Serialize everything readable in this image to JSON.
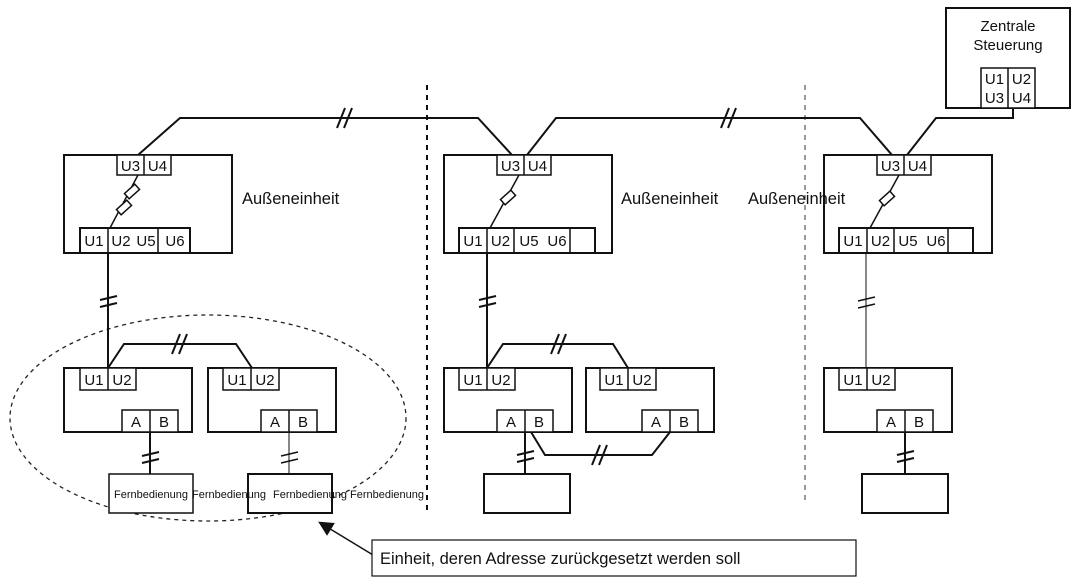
{
  "central_control": {
    "title_line1": "Zentrale",
    "title_line2": "Steuerung",
    "terminals": [
      "U1",
      "U2",
      "U3",
      "U4"
    ]
  },
  "outdoor_units": [
    {
      "terminals_top": [
        "U3",
        "U4"
      ],
      "terminals_bottom": [
        "U1",
        "U2",
        "U5",
        "U6"
      ],
      "label": "Außeneinheit"
    },
    {
      "terminals_top": [
        "U3",
        "U4"
      ],
      "terminals_bottom": [
        "U1",
        "U2",
        "U5",
        "U6"
      ],
      "label": "Außeneinheit"
    },
    {
      "terminals_top": [
        "U3",
        "U4"
      ],
      "terminals_bottom": [
        "U1",
        "U2",
        "U5",
        "U6"
      ],
      "label": "Außeneinheit"
    }
  ],
  "indoor_units": [
    {
      "terminals_top": [
        "U1",
        "U2"
      ],
      "terminals_bottom": [
        "A",
        "B"
      ]
    },
    {
      "terminals_top": [
        "U1",
        "U2"
      ],
      "terminals_bottom": [
        "A",
        "B"
      ]
    },
    {
      "terminals_top": [
        "U1",
        "U2"
      ],
      "terminals_bottom": [
        "A",
        "B"
      ]
    },
    {
      "terminals_top": [
        "U1",
        "U2"
      ],
      "terminals_bottom": [
        "A",
        "B"
      ]
    },
    {
      "terminals_top": [
        "U1",
        "U2"
      ],
      "terminals_bottom": [
        "A",
        "B"
      ]
    }
  ],
  "remote_controllers": [
    {
      "label": "Fernbedienung"
    },
    {
      "label": "Fernbedienung"
    },
    {
      "label": ""
    },
    {
      "label": ""
    }
  ],
  "remote_label_extra": [
    "Fernbedienung",
    "Fernbedienung"
  ],
  "callout": {
    "text": "Einheit, deren Adresse zurückgesetzt werden soll"
  }
}
